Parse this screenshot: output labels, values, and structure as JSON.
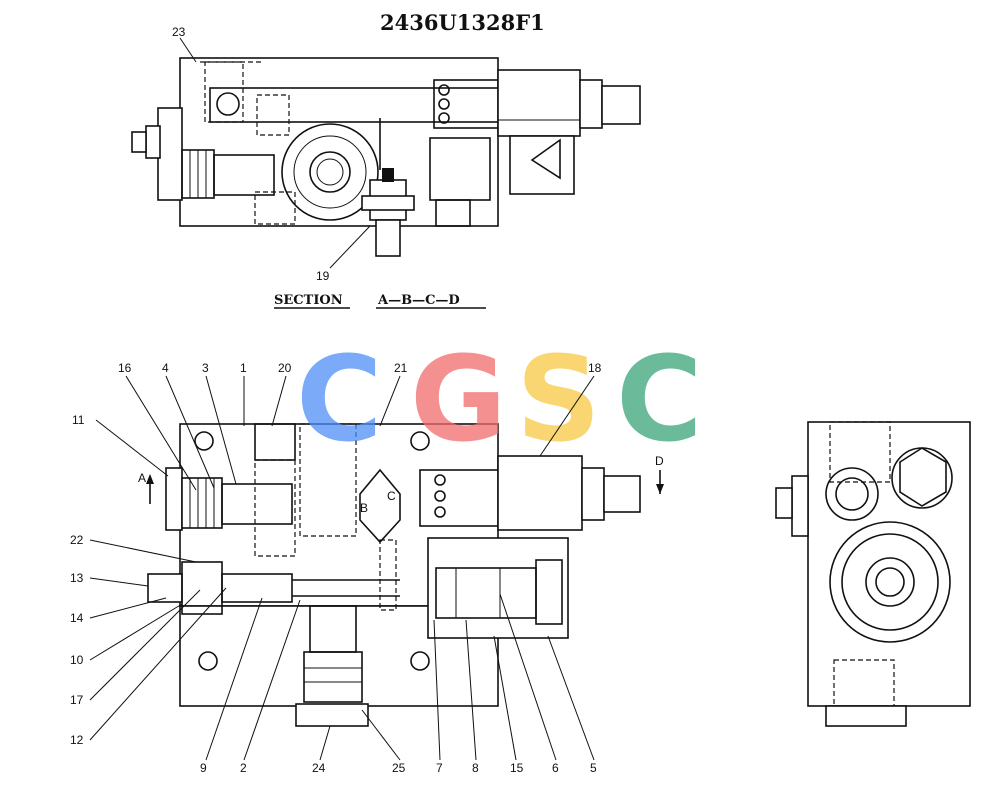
{
  "drawing_number": "2436U1328F1",
  "section_label": "SECTION",
  "section_letters": "A—B—C—D",
  "watermark": {
    "letters": [
      "C",
      "G",
      "S",
      "C"
    ],
    "colors": [
      "#4f8ef7",
      "#f26b6b",
      "#f7c942",
      "#3aa57a"
    ]
  },
  "view_letters": {
    "a": "A",
    "b": "B",
    "c": "C",
    "d": "D"
  },
  "callouts": {
    "p1": "1",
    "p2": "2",
    "p3": "3",
    "p4": "4",
    "p5": "5",
    "p6": "6",
    "p7": "7",
    "p8": "8",
    "p9": "9",
    "p10": "10",
    "p11": "11",
    "p12": "12",
    "p13": "13",
    "p14": "14",
    "p15": "15",
    "p16": "16",
    "p17": "17",
    "p18": "18",
    "p19": "19",
    "p20": "20",
    "p21": "21",
    "p22": "22",
    "p23": "23",
    "p24": "24",
    "p25": "25"
  },
  "colors": {
    "line": "#111111",
    "background": "#ffffff"
  }
}
